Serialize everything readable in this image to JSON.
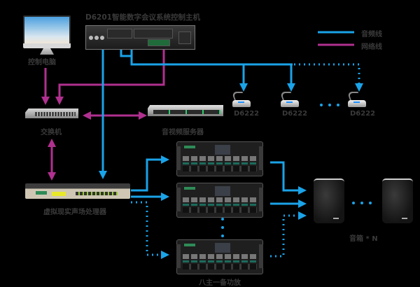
{
  "title": "D6201智能数字会议系统控制主机",
  "legend": {
    "items": [
      {
        "label": "音频线",
        "color": "#1aa3e8",
        "line": "solid"
      },
      {
        "label": "网络线",
        "color": "#b0308f",
        "line": "solid"
      }
    ]
  },
  "devices": {
    "control_pc": {
      "label": "控制电脑",
      "icon": "monitor-icon"
    },
    "host": {
      "label": "D6201智能数字会议系统控制主机",
      "icon": "control-host-icon"
    },
    "switch": {
      "label": "交换机",
      "icon": "network-switch-icon"
    },
    "av_server": {
      "label": "音视频服务器",
      "icon": "server-icon"
    },
    "processor": {
      "label": "虚拟现实声场处理器",
      "icon": "audio-processor-icon"
    },
    "amplifiers": {
      "label": "八主一备功放",
      "count_shown": 3,
      "icon": "amplifier-icon"
    },
    "microphones": [
      {
        "label": "D6222",
        "icon": "conference-mic-icon"
      },
      {
        "label": "D6222",
        "icon": "conference-mic-icon"
      },
      {
        "label": "D6222",
        "icon": "conference-mic-icon"
      }
    ],
    "speakers": {
      "label": "音箱 * N",
      "count_shown": 2,
      "icon": "speaker-icon"
    }
  },
  "connections": [
    {
      "from": "control_pc",
      "to": "switch",
      "type": "network"
    },
    {
      "from": "host",
      "to": "switch",
      "type": "network"
    },
    {
      "from": "switch",
      "to": "av_server",
      "type": "network",
      "direction": "bidirectional"
    },
    {
      "from": "switch",
      "to": "processor",
      "type": "network",
      "direction": "bidirectional"
    },
    {
      "from": "host",
      "to": "processor",
      "type": "audio"
    },
    {
      "from": "host",
      "to": "microphones",
      "type": "audio"
    },
    {
      "from": "processor",
      "to": "amplifiers",
      "type": "audio"
    },
    {
      "from": "amplifiers",
      "to": "speakers",
      "type": "audio"
    }
  ],
  "colors": {
    "audio": "#1aa3e8",
    "network": "#b0308f",
    "background": "#000000"
  }
}
